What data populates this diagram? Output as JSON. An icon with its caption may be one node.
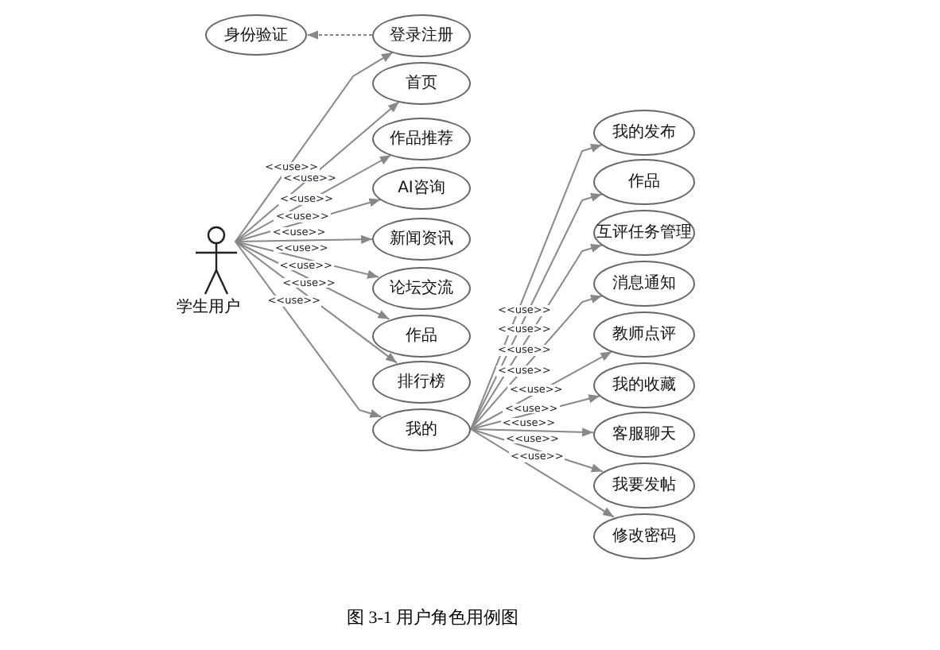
{
  "diagram": {
    "caption": "图 3-1  用户角色用例图",
    "nodes": [
      {
        "text": [
          "学生用户"
        ]
      },
      {
        "text": [
          "身份验证"
        ]
      },
      {
        "text": [
          "登录注册"
        ]
      },
      {
        "text": [
          "首页"
        ]
      },
      {
        "text": [
          "作品推荐"
        ]
      },
      {
        "text": [
          "AI咨询"
        ]
      },
      {
        "text": [
          "新闻资讯"
        ]
      },
      {
        "text": [
          "论坛交流"
        ]
      },
      {
        "text": [
          "作品"
        ]
      },
      {
        "text": [
          "排行榜"
        ]
      },
      {
        "text": [
          "我的"
        ]
      },
      {
        "text": [
          "我的发布"
        ]
      },
      {
        "text": [
          "作品"
        ]
      },
      {
        "text": [
          "互评任务管理"
        ]
      },
      {
        "text": [
          "消息通知"
        ]
      },
      {
        "text": [
          "教师点评"
        ]
      },
      {
        "text": [
          "我的收藏"
        ]
      },
      {
        "text": [
          "客服聊天"
        ]
      },
      {
        "text": [
          "我要发帖"
        ]
      },
      {
        "text": [
          "修改密码"
        ]
      }
    ],
    "edges": [
      {
        "from": 2,
        "to": 1,
        "arrow": "to",
        "style": "dashed"
      },
      {
        "from": 0,
        "to": 2,
        "arrow": "to",
        "label": "<<use>>"
      },
      {
        "from": 0,
        "to": 3,
        "arrow": "to",
        "label": "<<use>>"
      },
      {
        "from": 0,
        "to": 4,
        "arrow": "to",
        "label": "<<use>>"
      },
      {
        "from": 0,
        "to": 5,
        "arrow": "to",
        "label": "<<use>>"
      },
      {
        "from": 0,
        "to": 6,
        "arrow": "to",
        "label": "<<use>>"
      },
      {
        "from": 0,
        "to": 7,
        "arrow": "to",
        "label": "<<use>>"
      },
      {
        "from": 0,
        "to": 8,
        "arrow": "to",
        "label": "<<use>>"
      },
      {
        "from": 0,
        "to": 9,
        "arrow": "to",
        "label": "<<use>>"
      },
      {
        "from": 0,
        "to": 10,
        "arrow": "to",
        "label": "<<use>>"
      },
      {
        "from": 10,
        "to": 11,
        "arrow": "to",
        "label": "<<use>>"
      },
      {
        "from": 10,
        "to": 12,
        "arrow": "to",
        "label": "<<use>>"
      },
      {
        "from": 10,
        "to": 13,
        "arrow": "to",
        "label": "<<use>>"
      },
      {
        "from": 10,
        "to": 14,
        "arrow": "to",
        "label": "<<use>>"
      },
      {
        "from": 10,
        "to": 15,
        "arrow": "to",
        "label": "<<use>>"
      },
      {
        "from": 10,
        "to": 16,
        "arrow": "to",
        "label": "<<use>>"
      },
      {
        "from": 10,
        "to": 17,
        "arrow": "to",
        "label": "<<use>>"
      },
      {
        "from": 10,
        "to": 18,
        "arrow": "to",
        "label": "<<use>>"
      },
      {
        "from": 10,
        "to": 19,
        "arrow": "to",
        "label": "<<use>>"
      }
    ]
  }
}
